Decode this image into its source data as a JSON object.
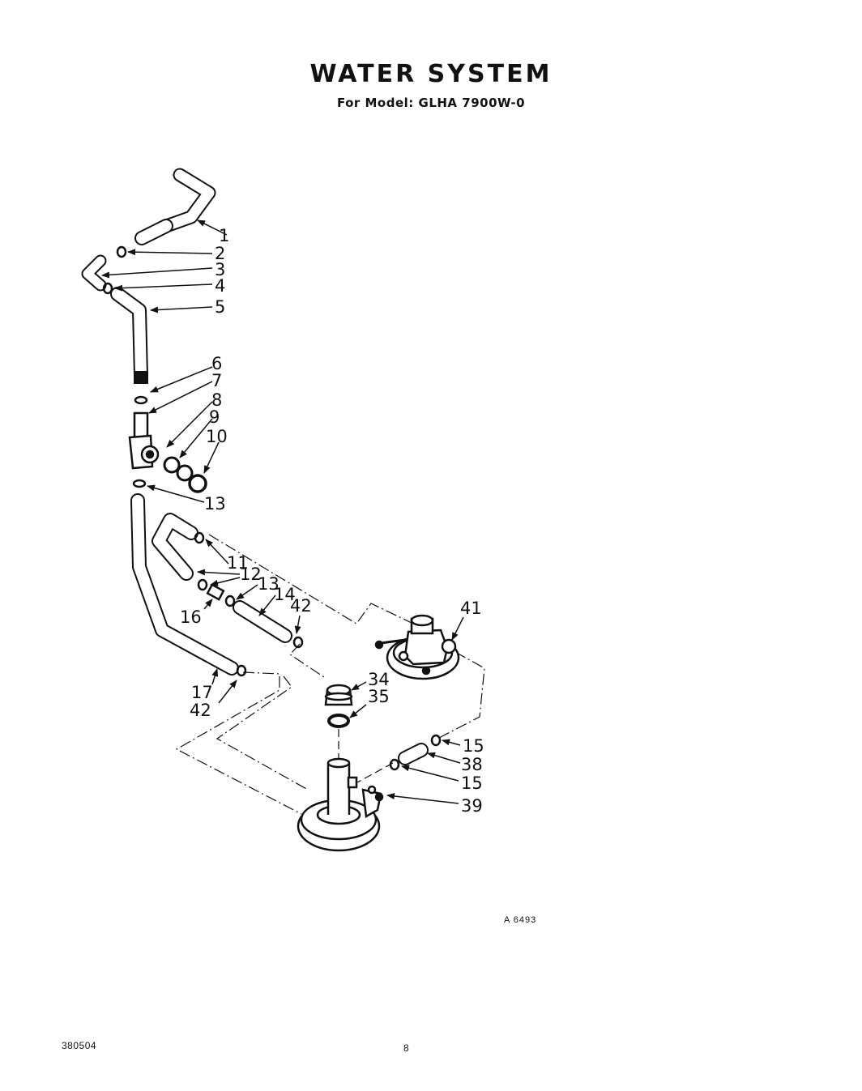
{
  "header": {
    "title": "WATER SYSTEM",
    "subtitle": "For Model: GLHA 7900W-0"
  },
  "callouts": [
    "1",
    "2",
    "3",
    "4",
    "5",
    "6",
    "7",
    "8",
    "9",
    "10",
    "13",
    "11",
    "12",
    "13",
    "14",
    "42",
    "16",
    "17",
    "42",
    "41",
    "34",
    "35",
    "15",
    "38",
    "15",
    "39"
  ],
  "figure_ref": "A 6493",
  "footer": {
    "doc_number": "380504",
    "page_number": "8"
  }
}
